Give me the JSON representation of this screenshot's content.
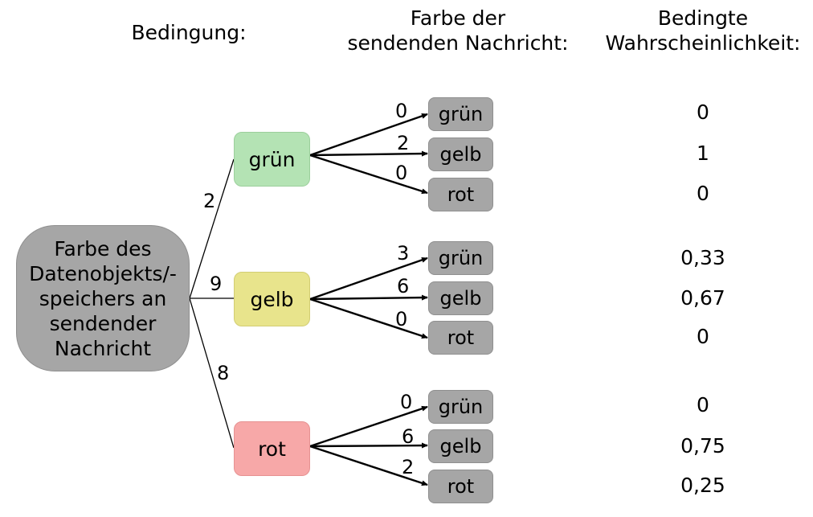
{
  "headers": {
    "condition": "Bedingung:",
    "message_color": [
      "Farbe der",
      "sendenden Nachricht:"
    ],
    "probability": [
      "Bedingte",
      "Wahrscheinlichkeit:"
    ]
  },
  "root": {
    "lines": [
      "Farbe des",
      "Datenobjekts/-",
      "speichers an",
      "sendender",
      "Nachricht"
    ]
  },
  "colors": {
    "gruen_fill": "#b4e3b4",
    "gelb_fill": "#e8e48c",
    "rot_fill": "#f7a8a8",
    "leaf_fill": "#a6a6a6"
  },
  "branches": [
    {
      "label": "grün",
      "count": "2",
      "leaves": [
        {
          "label": "grün",
          "count": "0",
          "probability": "0"
        },
        {
          "label": "gelb",
          "count": "2",
          "probability": "1"
        },
        {
          "label": "rot",
          "count": "0",
          "probability": "0"
        }
      ]
    },
    {
      "label": "gelb",
      "count": "9",
      "leaves": [
        {
          "label": "grün",
          "count": "3",
          "probability": "0,33"
        },
        {
          "label": "gelb",
          "count": "6",
          "probability": "0,67"
        },
        {
          "label": "rot",
          "count": "0",
          "probability": "0"
        }
      ]
    },
    {
      "label": "rot",
      "count": "8",
      "leaves": [
        {
          "label": "grün",
          "count": "0",
          "probability": "0"
        },
        {
          "label": "gelb",
          "count": "6",
          "probability": "0,75"
        },
        {
          "label": "rot",
          "count": "2",
          "probability": "0,25"
        }
      ]
    }
  ]
}
